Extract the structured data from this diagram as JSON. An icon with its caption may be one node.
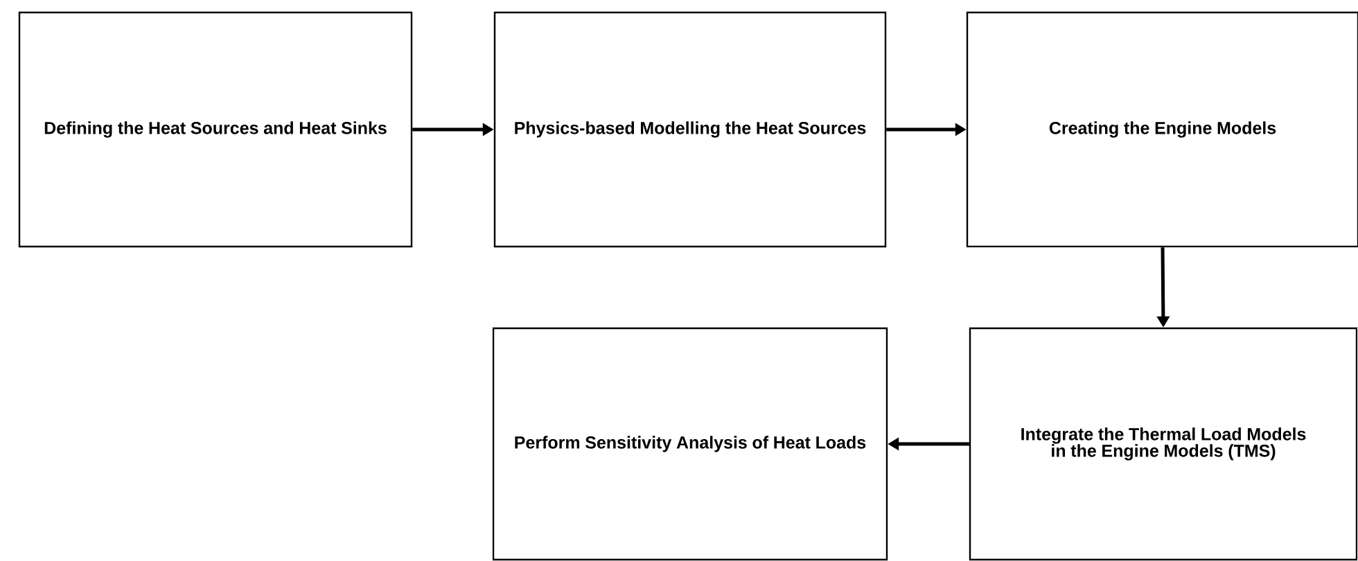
{
  "diagram": {
    "nodes": [
      {
        "text": [
          "Defining the Heat Sources and Heat Sinks"
        ]
      },
      {
        "text": [
          "Physics-based Modelling the Heat Sources"
        ]
      },
      {
        "text": [
          "Creating the Engine Models"
        ]
      },
      {
        "text": [
          "Perform Sensitivity Analysis of Heat Loads"
        ]
      },
      {
        "text": [
          "Integrate the Thermal Load Models in the Engine Models (TMS)"
        ]
      }
    ],
    "edges": [
      {
        "from": 0,
        "to": 1,
        "arrow": "to"
      },
      {
        "from": 1,
        "to": 2,
        "arrow": "to"
      },
      {
        "from": 2,
        "to": 4,
        "arrow": "to"
      },
      {
        "from": 4,
        "to": 3,
        "arrow": "to"
      }
    ]
  }
}
